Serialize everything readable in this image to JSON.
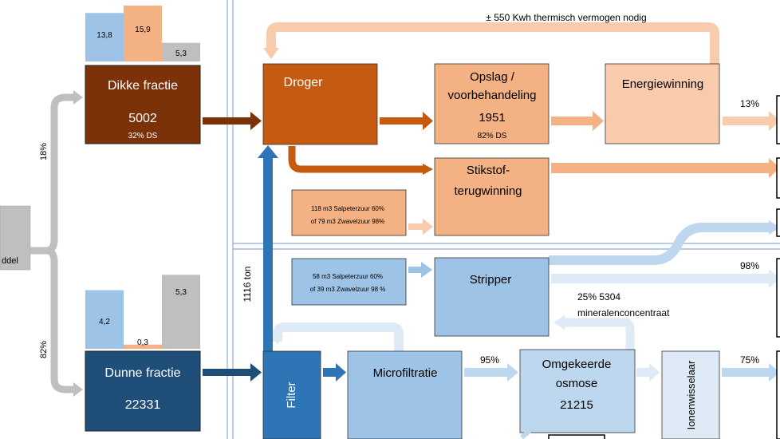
{
  "colors": {
    "dark_brown": "#7b3209",
    "orange_dark": "#c55a11",
    "orange_mid": "#f4b183",
    "orange_light": "#f8cbad",
    "blue_dark": "#1f4e79",
    "blue_mid": "#2e75b6",
    "blue_light": "#9dc3e6",
    "blue_pale": "#bdd7ee",
    "blue_paler": "#deebf7",
    "grey": "#bfbfbf",
    "panel_border": "#8eaadb"
  },
  "source_box": {
    "label": "ddel"
  },
  "split": {
    "top_pct": "18%",
    "bottom_pct": "82%"
  },
  "top_bars": {
    "values": [
      "13,8",
      "15,9",
      "5,3"
    ],
    "levels": [
      13.8,
      15.9,
      5.3
    ]
  },
  "bottom_bars": {
    "values": [
      "4,2",
      "0,3",
      "5,3"
    ],
    "levels": [
      4.2,
      0.3,
      5.3
    ]
  },
  "dikke_fractie": {
    "title": "Dikke fractie",
    "value": "5002",
    "sub": "32% DS"
  },
  "dunne_fractie": {
    "title": "Dunne fractie",
    "value": "22331"
  },
  "droger": {
    "title": "Droger"
  },
  "opslag": {
    "title_1": "Opslag /",
    "title_2": "voorbehandeling",
    "value": "1951",
    "sub": "82% DS"
  },
  "energiewinning": {
    "title": "Energiewinning",
    "pct": "13%"
  },
  "thermal_note": "± 550 Kwh thermisch vermogen nodig",
  "stikstof": {
    "title_1": "Stikstof-",
    "title_2": "terugwinning"
  },
  "acid_top": {
    "line_1": "118 m3 Salpeterzuur 60%",
    "line_2": "of  79 m3 Zwavelzuur 98%"
  },
  "acid_bottom": {
    "line_1": "58 m3 Salpeterzuur 60%",
    "line_2": "of 39 m3 Zwavelzuur 98 %"
  },
  "stripper": {
    "title": "Stripper",
    "pct": "98%"
  },
  "mineral": {
    "line_1": "25%   5304",
    "line_2": "mineralenconcentraat"
  },
  "filter": {
    "title": "Filter",
    "ton_label": "1116 ton"
  },
  "microfiltratie": {
    "title": "Microfiltratie",
    "pct": "95%"
  },
  "omgekeerde": {
    "title_1": "Omgekeerde",
    "title_2": "osmose",
    "value": "21215"
  },
  "ionen": {
    "title": "Ionenwisselaar",
    "pct": "75%"
  }
}
